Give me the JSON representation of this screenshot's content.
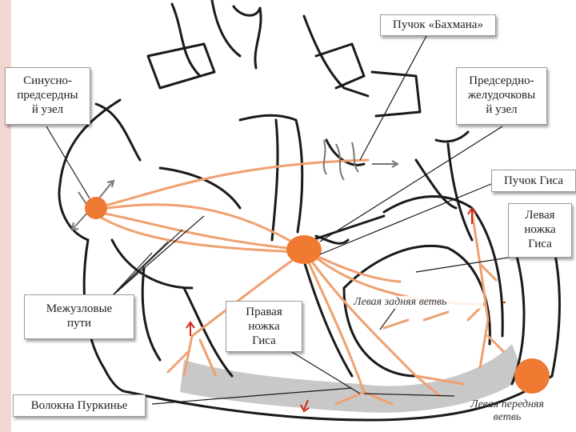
{
  "labels": {
    "bachmann": "Пучок «Бахмана»",
    "sa_node": "Синусно-\nпредсердны\nй узел",
    "av_node": "Предсердно-\nжелудочковы\nй узел",
    "his_bundle": "Пучок Гиса",
    "left_bundle": "Левая\nножка\nГиса",
    "internodal": "Межузловые\nпути",
    "right_bundle": "Правая\nножка\nГиса",
    "purkinje": "Волокна Пуркинье",
    "left_posterior": "Левая задняя ветвь",
    "left_anterior": "Левая передняя\nветвь"
  },
  "colors": {
    "node": "#f07a32",
    "conduction": "#f0a070",
    "outline": "#1a1a1a",
    "purkinje_shade": "#bdbdbd",
    "accent_stripe": "#f3d6cf"
  }
}
